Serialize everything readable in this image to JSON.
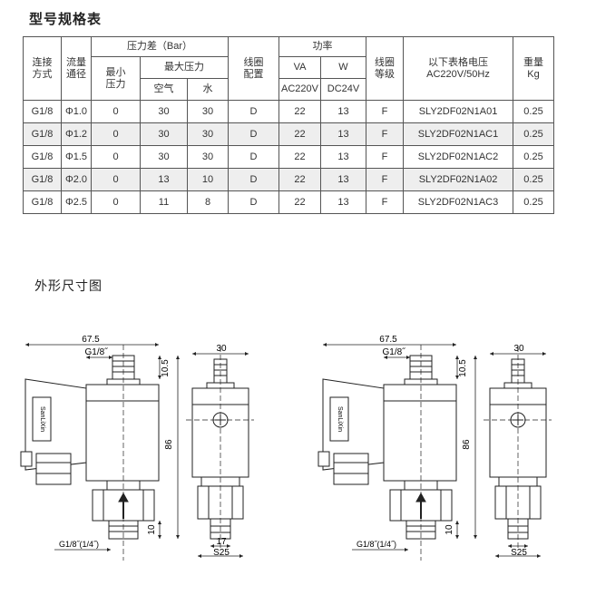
{
  "titles": {
    "spec_table": "型号规格表",
    "drawing": "外形尺寸图"
  },
  "table": {
    "h_connection": "连接方式",
    "h_orifice": "流量通径",
    "h_pressure_diff": "压力差（Bar）",
    "h_min_pressure": "最小压力",
    "h_max_pressure": "最大压力",
    "h_air": "空气",
    "h_water": "水",
    "h_coil_config": "线圈配置",
    "h_power": "功率",
    "h_va": "VA",
    "h_w": "W",
    "h_ac220": "AC220V",
    "h_dc24": "DC24V",
    "h_coil_grade": "线圈等级",
    "h_model": "以下表格电压 AC220V/50Hz",
    "h_weight": "重量 Kg",
    "rows": [
      {
        "conn": "G1/8",
        "orifice": "Φ1.0",
        "min": "0",
        "air": "30",
        "water": "30",
        "coil": "D",
        "va": "22",
        "w": "13",
        "grade": "F",
        "model": "SLY2DF02N1A01",
        "weight": "0.25"
      },
      {
        "conn": "G1/8",
        "orifice": "Φ1.2",
        "min": "0",
        "air": "30",
        "water": "30",
        "coil": "D",
        "va": "22",
        "w": "13",
        "grade": "F",
        "model": "SLY2DF02N1AC1",
        "weight": "0.25"
      },
      {
        "conn": "G1/8",
        "orifice": "Φ1.5",
        "min": "0",
        "air": "30",
        "water": "30",
        "coil": "D",
        "va": "22",
        "w": "13",
        "grade": "F",
        "model": "SLY2DF02N1AC2",
        "weight": "0.25"
      },
      {
        "conn": "G1/8",
        "orifice": "Φ2.0",
        "min": "0",
        "air": "13",
        "water": "10",
        "coil": "D",
        "va": "22",
        "w": "13",
        "grade": "F",
        "model": "SLY2DF02N1A02",
        "weight": "0.25"
      },
      {
        "conn": "G1/8",
        "orifice": "Φ2.5",
        "min": "0",
        "air": "11",
        "water": "8",
        "coil": "D",
        "va": "22",
        "w": "13",
        "grade": "F",
        "model": "SLY2DF02N1AC3",
        "weight": "0.25"
      }
    ]
  },
  "drawing": {
    "brand": "SanLiXin",
    "dim_width": "67.5",
    "dim_port_top": "G1/8˝",
    "dim_top": "10.5",
    "dim_height": "86",
    "dim_bottom": "10",
    "dim_port_bottom": "G1/8˝(1/4˝)",
    "dim_side_width": "30",
    "dim_nut": "17",
    "dim_hex": "S25"
  }
}
